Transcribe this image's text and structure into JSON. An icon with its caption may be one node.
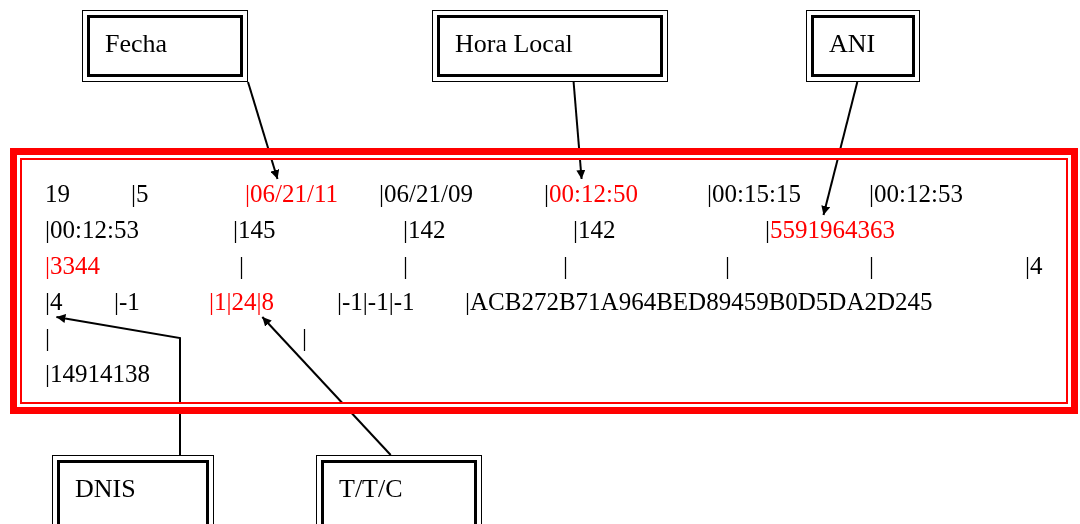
{
  "diagram": {
    "nodes": [
      {
        "text": [
          "Fecha"
        ]
      },
      {
        "text": [
          "Hora Local"
        ]
      },
      {
        "text": [
          "ANI"
        ]
      },
      {
        "text": [],
        "shape": "box"
      },
      {
        "text": [
          "19"
        ],
        "in": 3
      },
      {
        "text": [
          "|5"
        ],
        "in": 3
      },
      {
        "text": [
          "|06/21/11"
        ],
        "in": 3
      },
      {
        "text": [
          "|06/21/09"
        ],
        "in": 3
      },
      {
        "text": [
          "|00:12:50"
        ],
        "in": 3
      },
      {
        "text": [
          "|00:15:15"
        ],
        "in": 3
      },
      {
        "text": [
          "|00:12:53"
        ],
        "in": 3
      },
      {
        "text": [
          "|00:12:53"
        ],
        "in": 3
      },
      {
        "text": [
          "|145"
        ],
        "in": 3
      },
      {
        "text": [
          "|142"
        ],
        "in": 3
      },
      {
        "text": [
          "|142"
        ],
        "in": 3
      },
      {
        "text": [
          "|5591964363"
        ],
        "in": 3
      },
      {
        "text": [
          "|3344"
        ],
        "in": 3
      },
      {
        "text": [
          "|"
        ],
        "in": 3
      },
      {
        "text": [
          "|"
        ],
        "in": 3
      },
      {
        "text": [
          "|"
        ],
        "in": 3
      },
      {
        "text": [
          "|"
        ],
        "in": 3
      },
      {
        "text": [
          "|"
        ],
        "in": 3
      },
      {
        "text": [
          "|4"
        ],
        "in": 3
      },
      {
        "text": [
          "|4"
        ],
        "in": 3
      },
      {
        "text": [
          "|-1"
        ],
        "in": 3
      },
      {
        "text": [
          "|1|24|8"
        ],
        "in": 3
      },
      {
        "text": [
          "|-1|-1|-1"
        ],
        "in": 3
      },
      {
        "text": [
          "|ACB272B71A964BED89459B0D5DA2D245"
        ],
        "in": 3
      },
      {
        "text": [
          "|"
        ],
        "in": 3
      },
      {
        "text": [
          "|"
        ],
        "in": 3
      },
      {
        "text": [
          "|14914138"
        ],
        "in": 3
      },
      {
        "text": [
          "DNIS"
        ]
      },
      {
        "text": [
          "T/T/C"
        ]
      }
    ],
    "edges": [
      {
        "from": 0,
        "to": 6,
        "arrow": "to"
      },
      {
        "from": 1,
        "to": 8,
        "arrow": "to"
      },
      {
        "from": 2,
        "to": 15,
        "arrow": "to"
      },
      {
        "from": 31,
        "to": 23,
        "arrow": "to"
      },
      {
        "from": 32,
        "to": 25,
        "arrow": "to"
      }
    ]
  }
}
